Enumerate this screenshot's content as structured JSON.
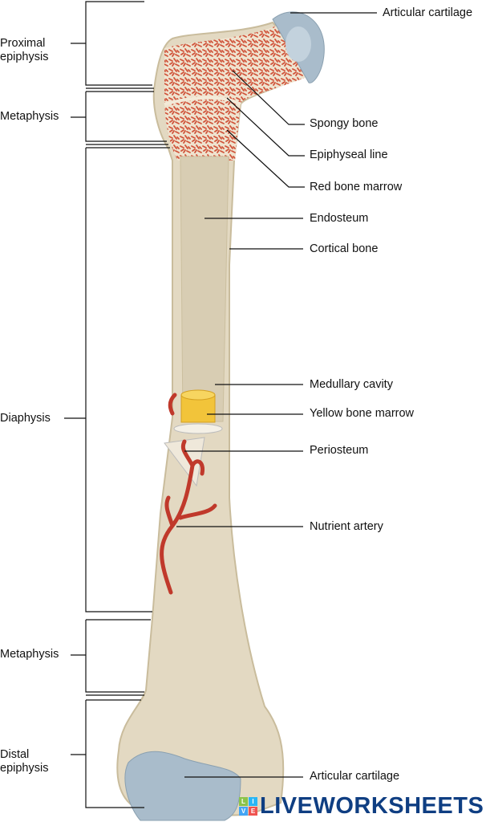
{
  "left_labels": {
    "proximal_epiphysis": [
      "Proximal",
      "epiphysis"
    ],
    "metaphysis_top": "Metaphysis",
    "diaphysis": "Diaphysis",
    "metaphysis_bottom": "Metaphysis",
    "distal_epiphysis": [
      "Distal",
      "epiphysis"
    ]
  },
  "right_labels": {
    "articular_cartilage_top": "Articular cartilage",
    "spongy_bone": "Spongy bone",
    "epiphyseal_line": "Epiphyseal line",
    "red_bone_marrow": "Red bone marrow",
    "endosteum": "Endosteum",
    "cortical_bone": "Cortical bone",
    "medullary_cavity": "Medullary cavity",
    "yellow_bone_marrow": "Yellow bone marrow",
    "periosteum": "Periosteum",
    "nutrient_artery": "Nutrient artery",
    "articular_cartilage_bottom": "Articular cartilage"
  },
  "watermark": {
    "tiles": [
      "L",
      "I",
      "V",
      "E"
    ],
    "text": "LIVEWORKSHEETS"
  },
  "colors": {
    "bone": "#e3d9c2",
    "bone_edge": "#c9bc9c",
    "cartilage": "#a9bccb",
    "marrow_red": "#d0533a",
    "yellow_marrow": "#f2c43a",
    "artery": "#c0392b",
    "logo_blue": "#0f3e82"
  }
}
